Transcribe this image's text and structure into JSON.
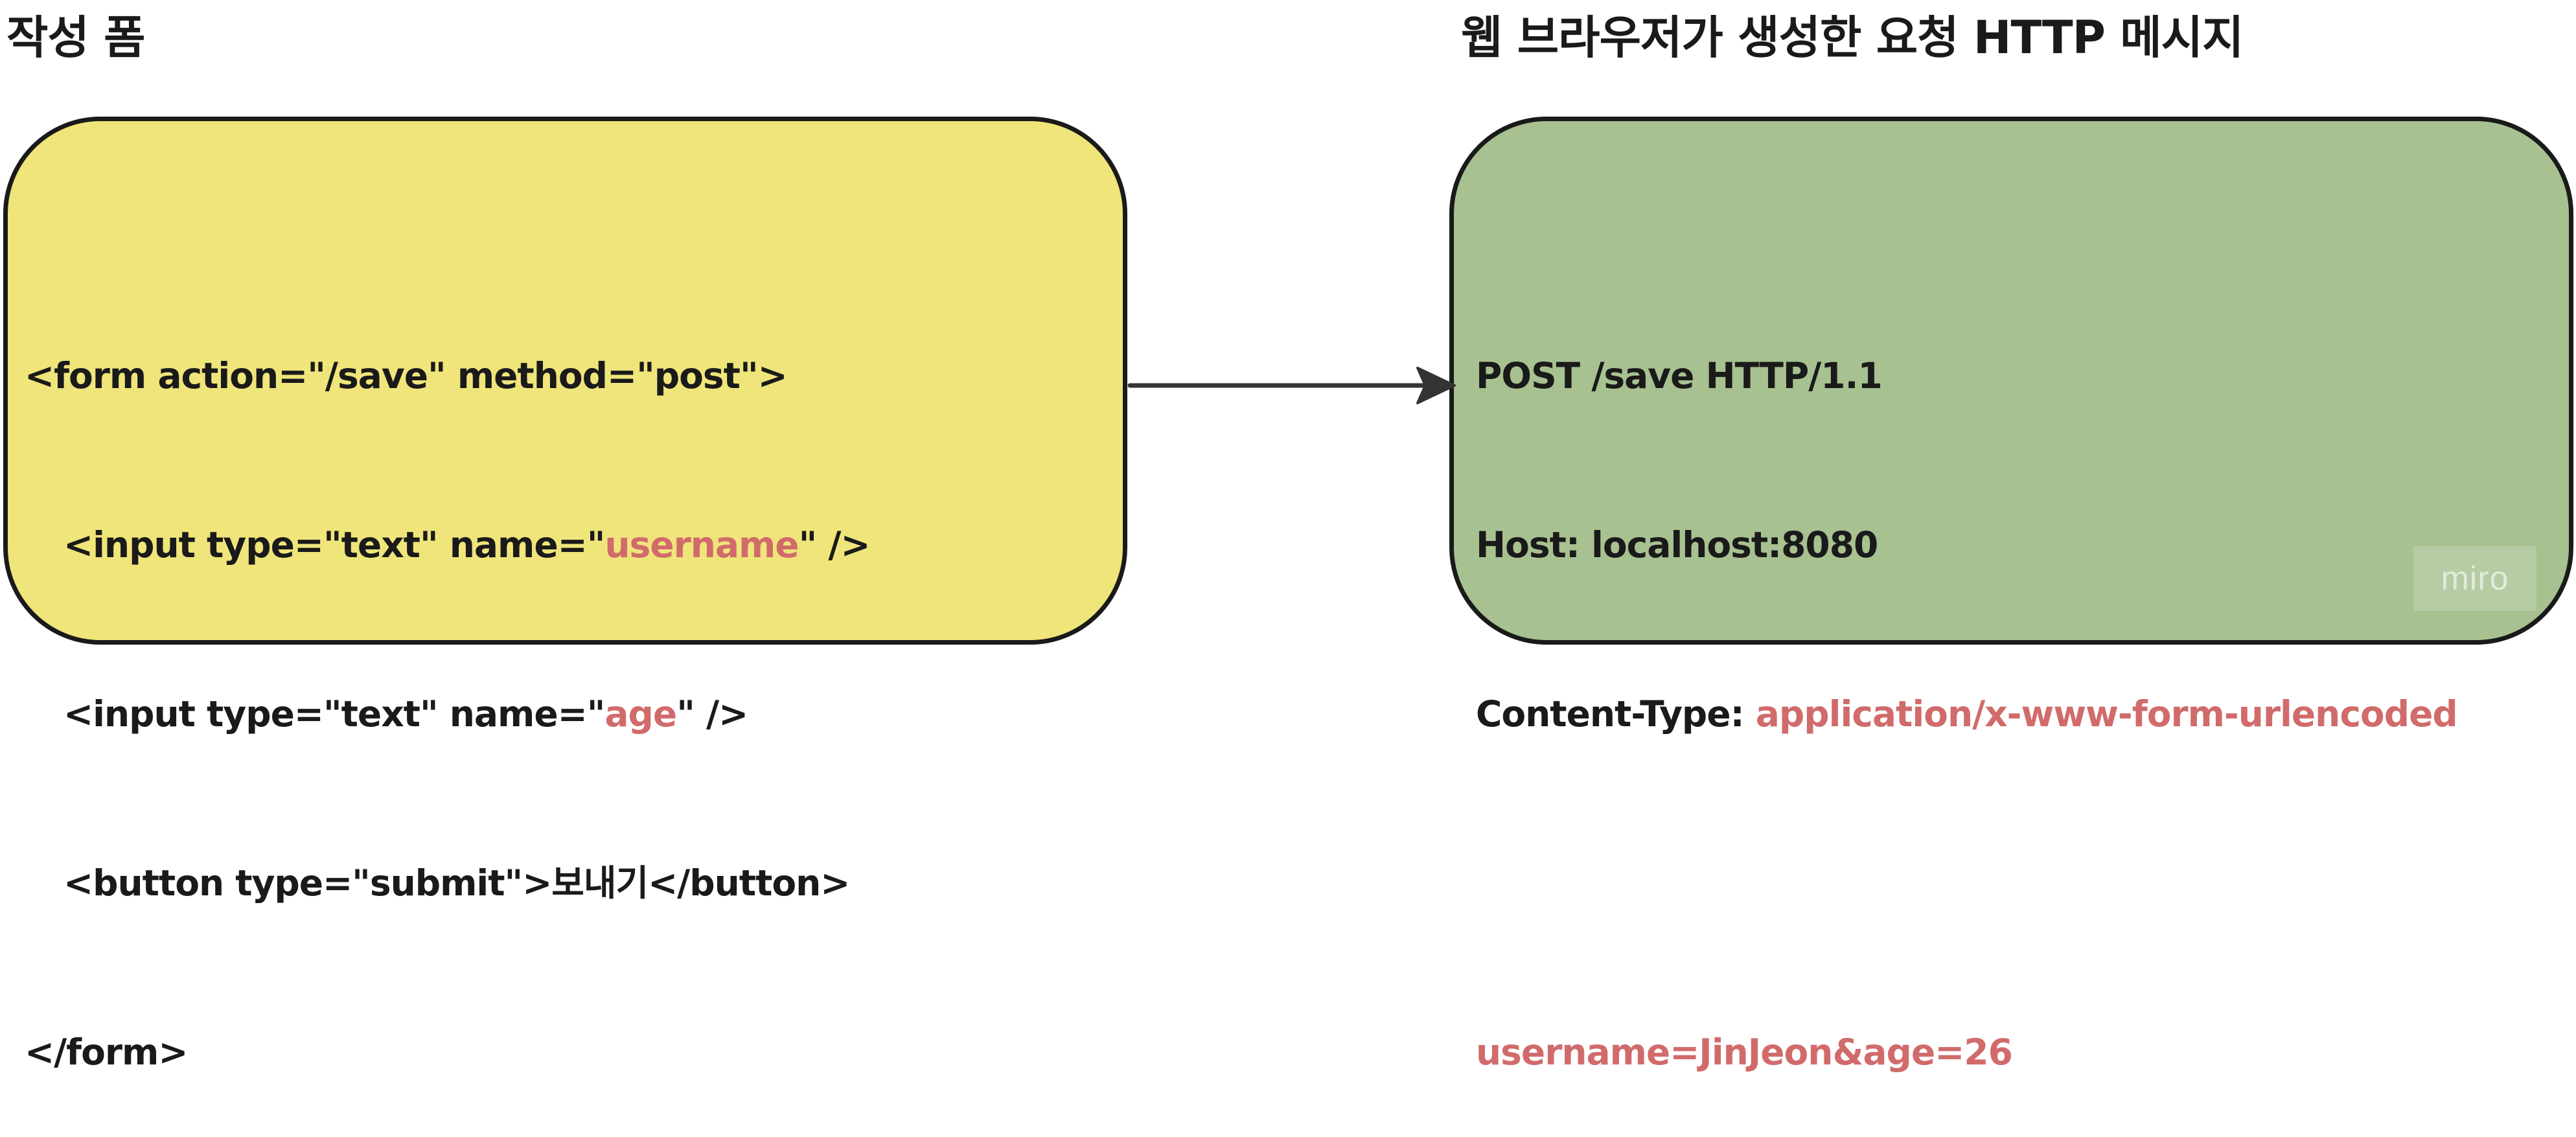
{
  "headings": {
    "left": "작성 폼",
    "right": "웹 브라우저가 생성한 요청 HTTP 메시지"
  },
  "form_code": {
    "line1": "<form action=\"/save\" method=\"post\">",
    "line2_a": "<input type=\"text\" name=\"",
    "line2_b": "username",
    "line2_c": "\" />",
    "line3_a": "<input type=\"text\" name=\"",
    "line3_b": "age",
    "line3_c": "\" />",
    "line4": "<button type=\"submit\">보내기</button>",
    "line5": "</form>"
  },
  "http_message": {
    "request_line": "POST /save HTTP/1.1",
    "host": "Host: localhost:8080",
    "content_type_label": "Content-Type: ",
    "content_type_value": "application/x-www-form-urlencoded",
    "body": "username=JinJeon&age=26"
  },
  "watermark": "miro",
  "colors": {
    "form_box": "#efe57a",
    "http_box": "#a7c190",
    "highlight": "#d16b6b",
    "outline": "#1a1a1a"
  }
}
